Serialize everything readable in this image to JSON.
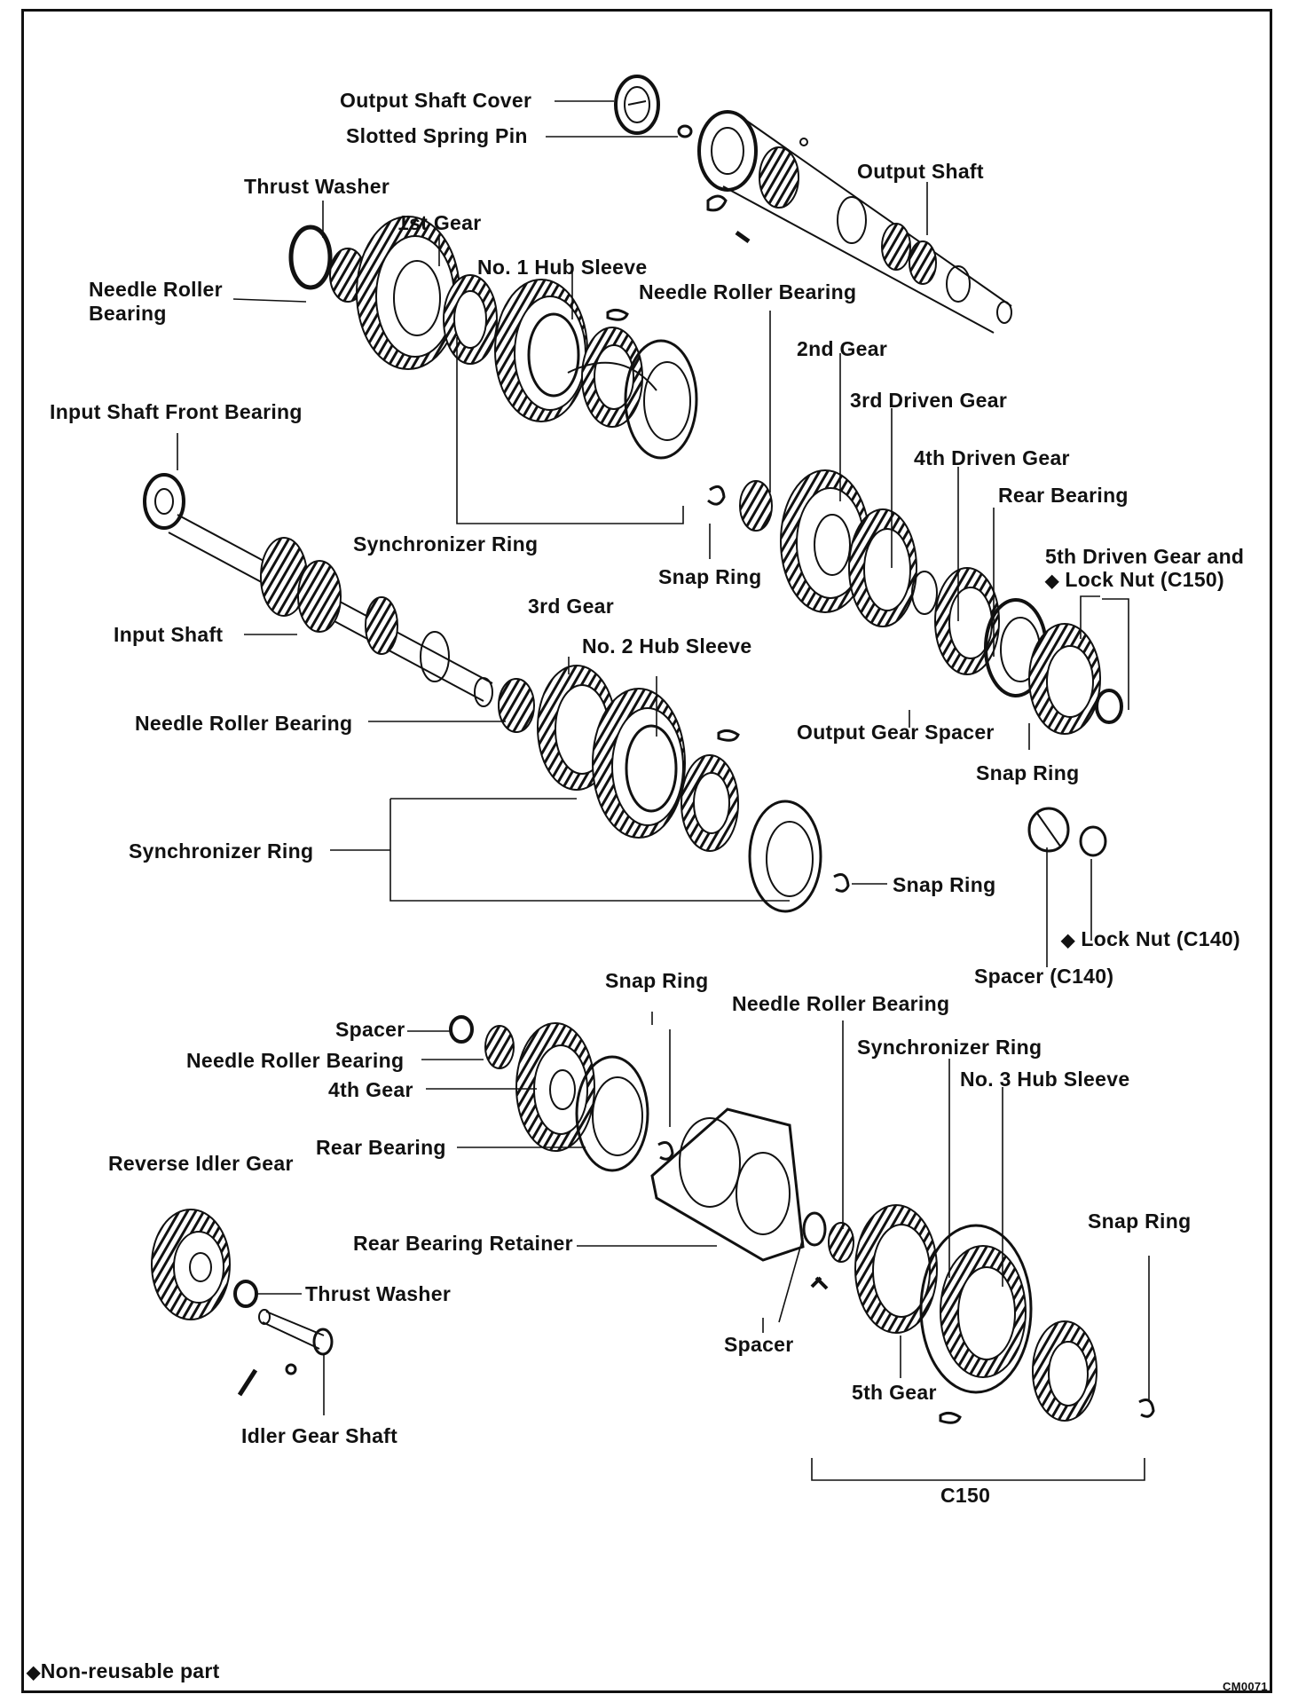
{
  "labels": {
    "output_shaft_cover": "Output Shaft Cover",
    "slotted_spring_pin": "Slotted Spring Pin",
    "output_shaft": "Output Shaft",
    "thrust_washer_top": "Thrust Washer",
    "first_gear": "1st Gear",
    "no1_hub_sleeve": "No. 1 Hub Sleeve",
    "needle_roller_bearing_top_line1": "Needle Roller",
    "needle_roller_bearing_top_line2": "Bearing",
    "needle_roller_bearing_mid": "Needle Roller Bearing",
    "second_gear": "2nd Gear",
    "input_shaft_front_bearing": "Input Shaft Front Bearing",
    "third_driven_gear": "3rd Driven Gear",
    "fourth_driven_gear": "4th Driven Gear",
    "rear_bearing_top": "Rear Bearing",
    "synchronizer_ring_top": "Synchronizer Ring",
    "snap_ring_top": "Snap Ring",
    "fifth_driven_gear_line1": "5th Driven Gear and",
    "fifth_driven_gear_line2": "Lock Nut (C150)",
    "third_gear": "3rd Gear",
    "input_shaft": "Input Shaft",
    "no2_hub_sleeve": "No. 2 Hub Sleeve",
    "needle_roller_bearing_left": "Needle Roller Bearing",
    "output_gear_spacer": "Output Gear Spacer",
    "snap_ring_right": "Snap Ring",
    "synchronizer_ring_mid": "Synchronizer Ring",
    "snap_ring_mid": "Snap Ring",
    "lock_nut_c140": "Lock Nut (C140)",
    "spacer_c140": "Spacer (C140)",
    "snap_ring_lower": "Snap Ring",
    "needle_roller_bearing_lower_right": "Needle Roller Bearing",
    "spacer_lower_left": "Spacer",
    "synchronizer_ring_lower": "Synchronizer Ring",
    "needle_roller_bearing_lower_left": "Needle Roller Bearing",
    "no3_hub_sleeve": "No. 3 Hub Sleeve",
    "fourth_gear": "4th Gear",
    "rear_bearing_lower": "Rear Bearing",
    "reverse_idler_gear": "Reverse Idler Gear",
    "snap_ring_bottom_right": "Snap Ring",
    "rear_bearing_retainer": "Rear Bearing Retainer",
    "thrust_washer_lower": "Thrust Washer",
    "spacer_lower_mid": "Spacer",
    "fifth_gear": "5th Gear",
    "idler_gear_shaft": "Idler Gear Shaft",
    "c150": "C150",
    "legend_non_reusable": "Non-reusable part",
    "figure_code": "CM0071"
  },
  "legend_symbol": "◆"
}
